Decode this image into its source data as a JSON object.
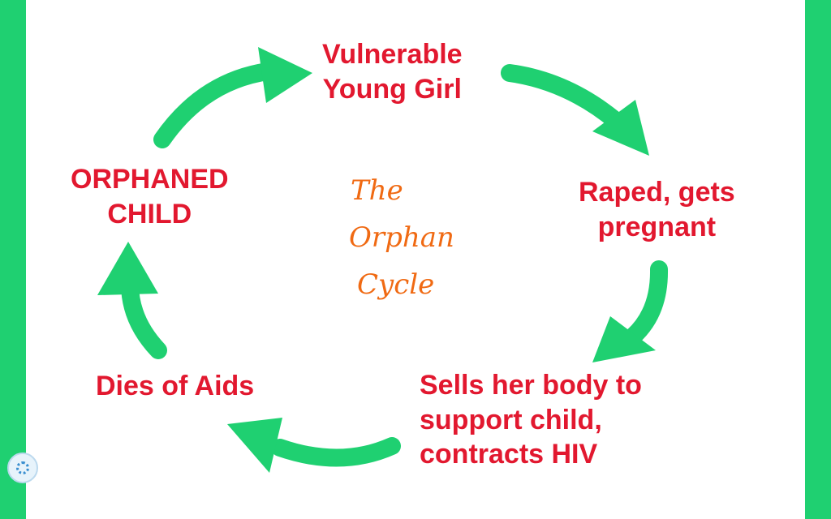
{
  "colors": {
    "accent": "#1fd071",
    "node_text": "#e2182f",
    "title_text": "#f06a13",
    "background": "#ffffff"
  },
  "title": {
    "line1": "The",
    "line2": "Orphan",
    "line3": "Cycle"
  },
  "nodes": {
    "vulnerable_girl": {
      "line1": "Vulnerable",
      "line2": "Young Girl"
    },
    "raped_pregnant": {
      "line1": "Raped, gets",
      "line2": "pregnant"
    },
    "sells_body": {
      "line1": "Sells her body to",
      "line2": "support child,",
      "line3": "contracts HIV"
    },
    "dies_of_aids": {
      "line1": "Dies of Aids"
    },
    "orphaned_child": {
      "line1": "ORPHANED",
      "line2": "CHILD"
    }
  },
  "icons": {
    "badge": "circular-logo-icon"
  }
}
